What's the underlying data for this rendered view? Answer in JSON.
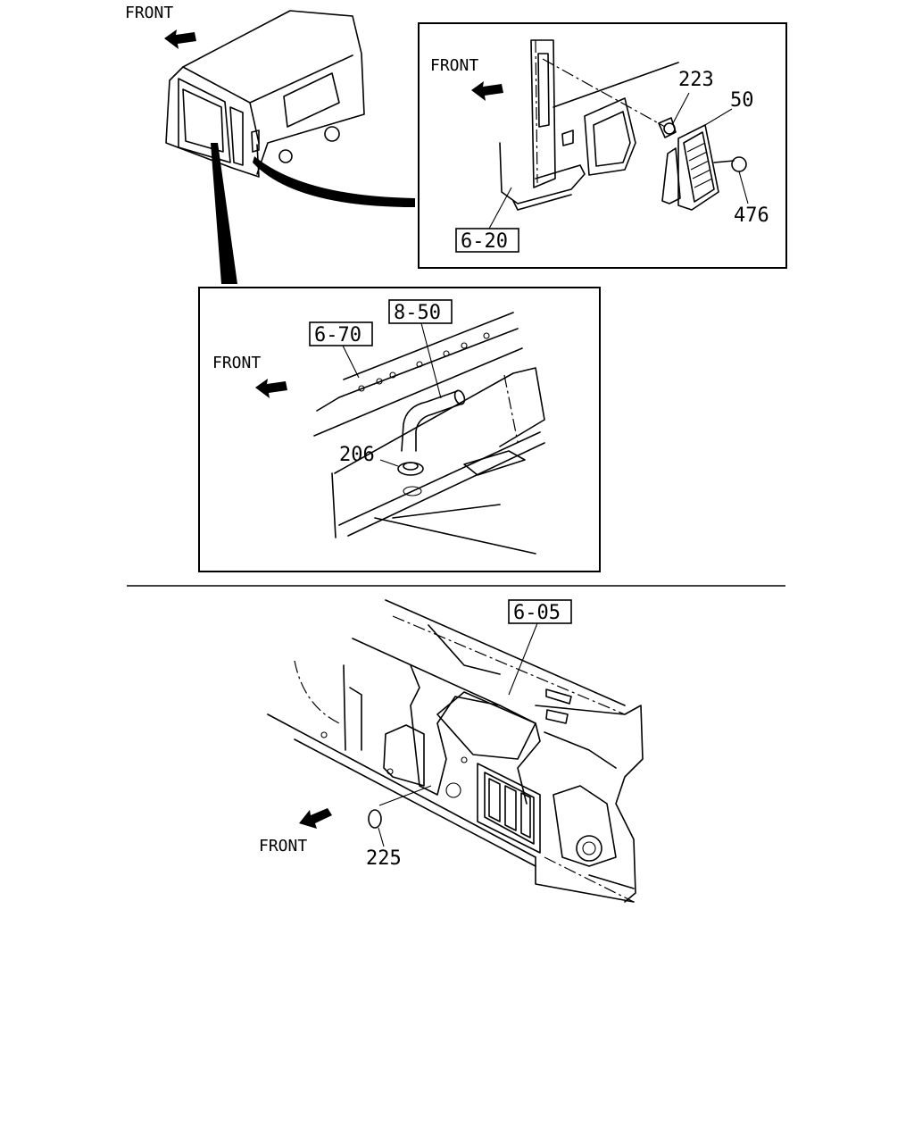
{
  "front_labels": {
    "top_left": "FRONT",
    "top_right_panel": "FRONT",
    "middle_panel": "FRONT",
    "bottom": "FRONT"
  },
  "part_numbers": {
    "p223": "223",
    "p50": "50",
    "p476": "476",
    "p206": "206",
    "p225": "225"
  },
  "reference_tags": {
    "r620": "6-20",
    "r850": "8-50",
    "r670": "6-70",
    "r605": "6-05"
  }
}
